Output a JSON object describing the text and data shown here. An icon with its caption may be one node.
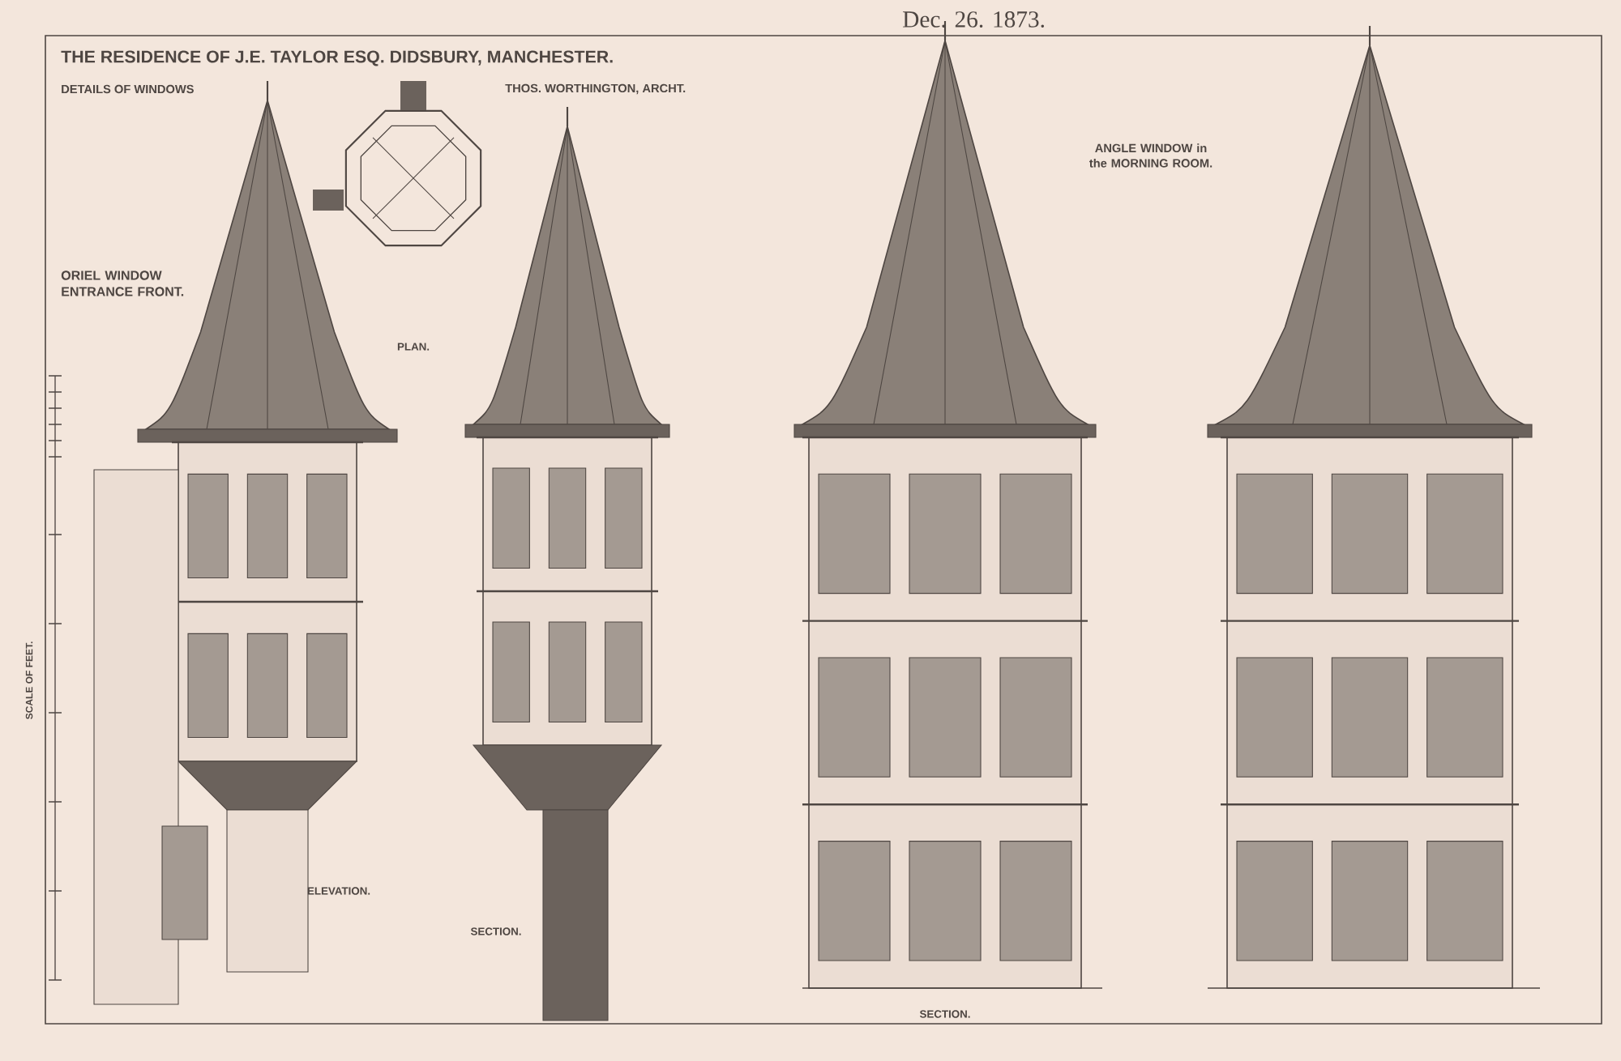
{
  "diagram": {
    "title": "THE RESIDENCE OF J.E. TAYLOR ESQ. DIDSBURY, MANCHESTER.",
    "labels": [
      "Dec. 26. 1873.",
      "DETAILS OF WINDOWS",
      "THOS. WORTHINGTON, ARCHT.",
      "ANGLE WINDOW in the MORNING ROOM.",
      "ORIEL WINDOW ENTRANCE FRONT.",
      "PLAN.",
      "SCALE OF FEET.",
      "ELEVATION.",
      "SECTION.",
      "SECTION."
    ]
  }
}
